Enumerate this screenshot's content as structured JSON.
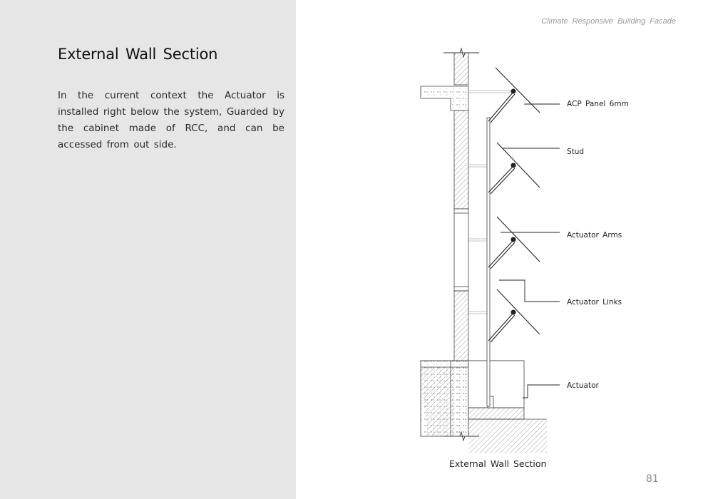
{
  "header": {
    "caption": "Climate Responsive Building Facade"
  },
  "left": {
    "title": "External Wall Section",
    "description": "In the current context the Actuator is installed right below the system, Guarded by the cabinet made of RCC, and can be accessed from out side."
  },
  "drawing": {
    "callouts": {
      "acp_panel": "ACP Panel 6mm",
      "stud": "Stud",
      "actuator_arms": "Actuator Arms",
      "actuator_links": "Actuator Links",
      "actuator": "Actuator"
    },
    "caption": "External Wall Section"
  },
  "footer": {
    "page_number": "81"
  }
}
